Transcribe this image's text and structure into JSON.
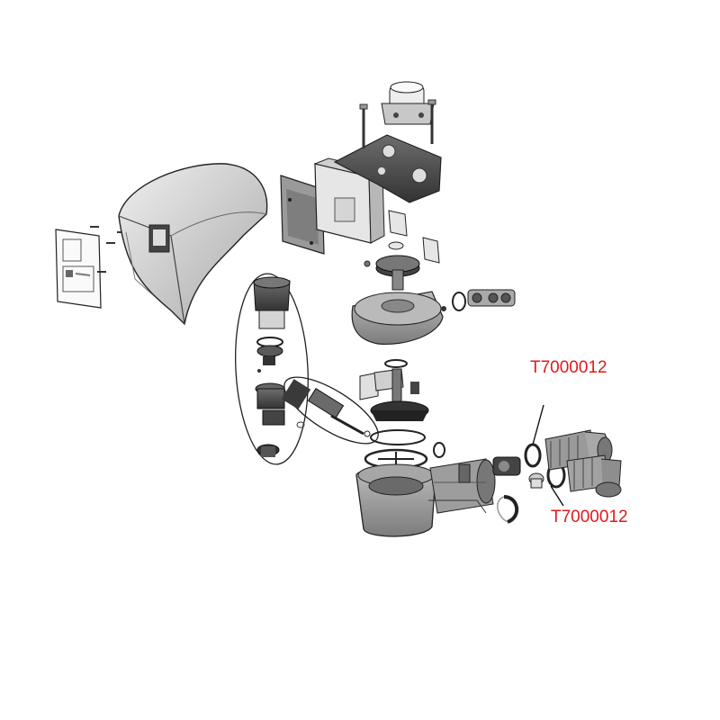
{
  "callouts": [
    {
      "label": "T7000012",
      "target": "upper o-ring"
    },
    {
      "label": "T7000012",
      "target": "lower o-ring"
    }
  ],
  "colors": {
    "callout_text": "#e01b1b",
    "line": "#222222",
    "part_fill": "#c9c9c9",
    "part_dark": "#555555",
    "part_light": "#e4e4e4"
  }
}
